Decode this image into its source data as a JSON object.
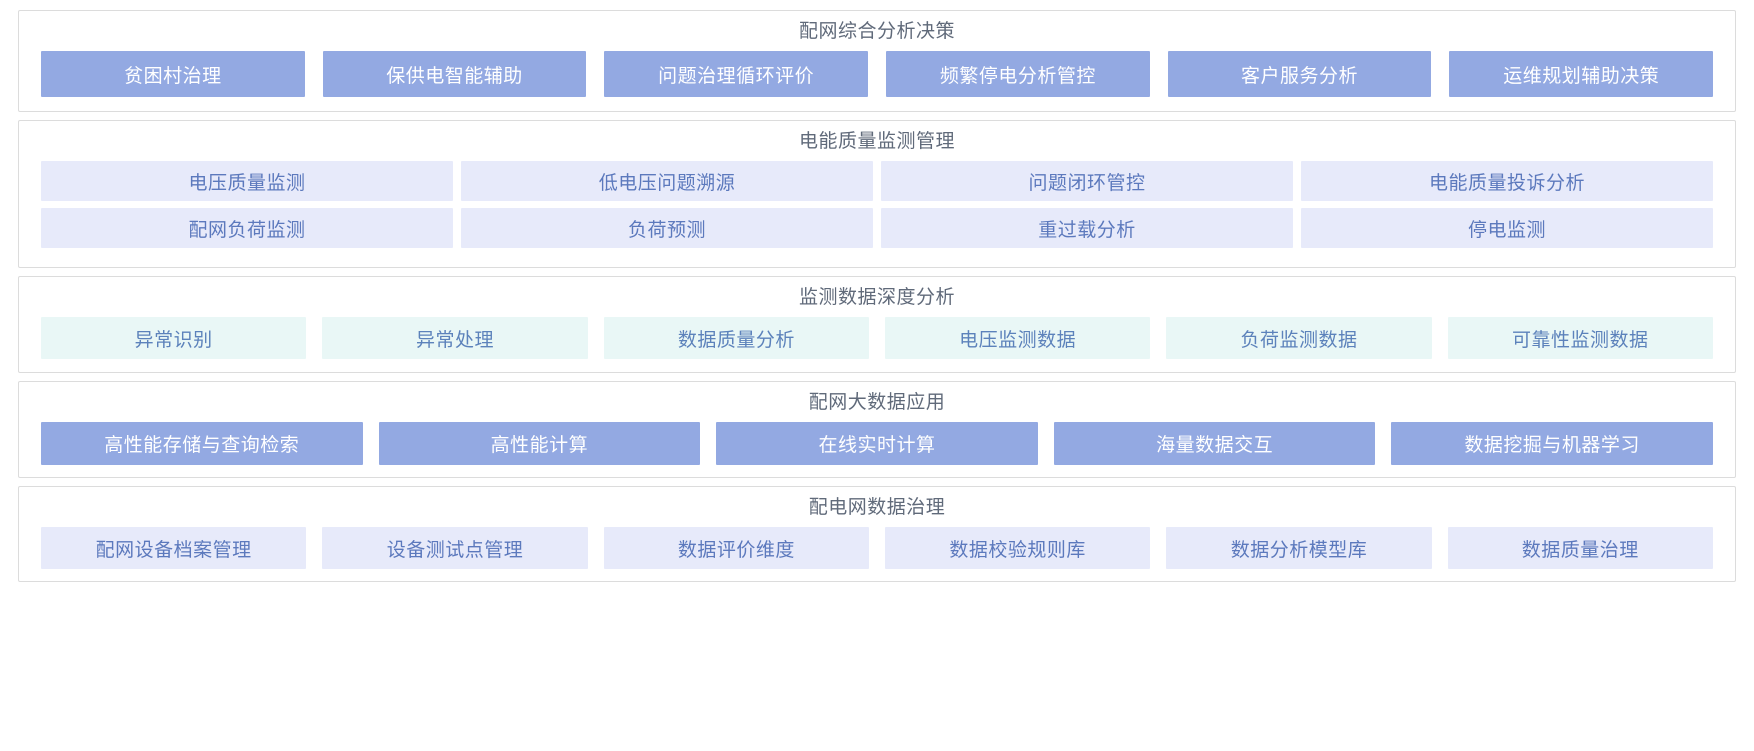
{
  "theme": {
    "page_background": "#ffffff",
    "panel_border": "#dcdcdc",
    "panel_title_color": "#606a7a",
    "solid_blue_bg": "#93a9e2",
    "solid_blue_text": "#ffffff",
    "light_lavender_bg": "#e7eafa",
    "light_lavender_text": "#5c79bd",
    "mint_bg": "#e9f7f6",
    "mint_text": "#5c82bb"
  },
  "panels": [
    {
      "id": "comprehensive-analysis-decision",
      "title": "配网综合分析决策",
      "style": "solid-blue",
      "rows": [
        [
          "贫困村治理",
          "保供电智能辅助",
          "问题治理循环评价",
          "频繁停电分析管控",
          "客户服务分析",
          "运维规划辅助决策"
        ]
      ]
    },
    {
      "id": "power-quality-monitoring-management",
      "title": "电能质量监测管理",
      "style": "light-lavender",
      "rows": [
        [
          "电压质量监测",
          "低电压问题溯源",
          "问题闭环管控",
          "电能质量投诉分析"
        ],
        [
          "配网负荷监测",
          "负荷预测",
          "重过载分析",
          "停电监测"
        ]
      ]
    },
    {
      "id": "monitoring-data-deep-analysis",
      "title": "监测数据深度分析",
      "style": "mint",
      "rows": [
        [
          "异常识别",
          "异常处理",
          "数据质量分析",
          "电压监测数据",
          "负荷监测数据",
          "可靠性监测数据"
        ]
      ]
    },
    {
      "id": "distribution-network-big-data-application",
      "title": "配网大数据应用",
      "style": "solid-blue",
      "rows": [
        [
          "高性能存储与查询检索",
          "高性能计算",
          "在线实时计算",
          "海量数据交互",
          "数据挖掘与机器学习"
        ]
      ]
    },
    {
      "id": "distribution-network-data-governance",
      "title": "配电网数据治理",
      "style": "light-lavender",
      "rows": [
        [
          "配网设备档案管理",
          "设备测试点管理",
          "数据评价维度",
          "数据校验规则库",
          "数据分析模型库",
          "数据质量治理"
        ]
      ]
    }
  ]
}
